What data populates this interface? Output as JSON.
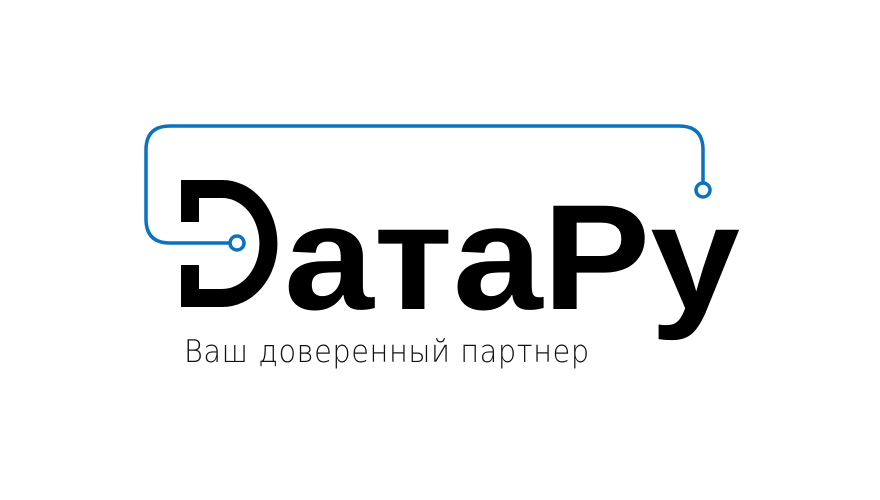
{
  "logo": {
    "wordmark": "ДатаРу",
    "wordmark_tail": "атаРу",
    "accent_color": "#0A72C0",
    "text_color": "#000000"
  },
  "tagline": "Ваш доверенный партнер"
}
